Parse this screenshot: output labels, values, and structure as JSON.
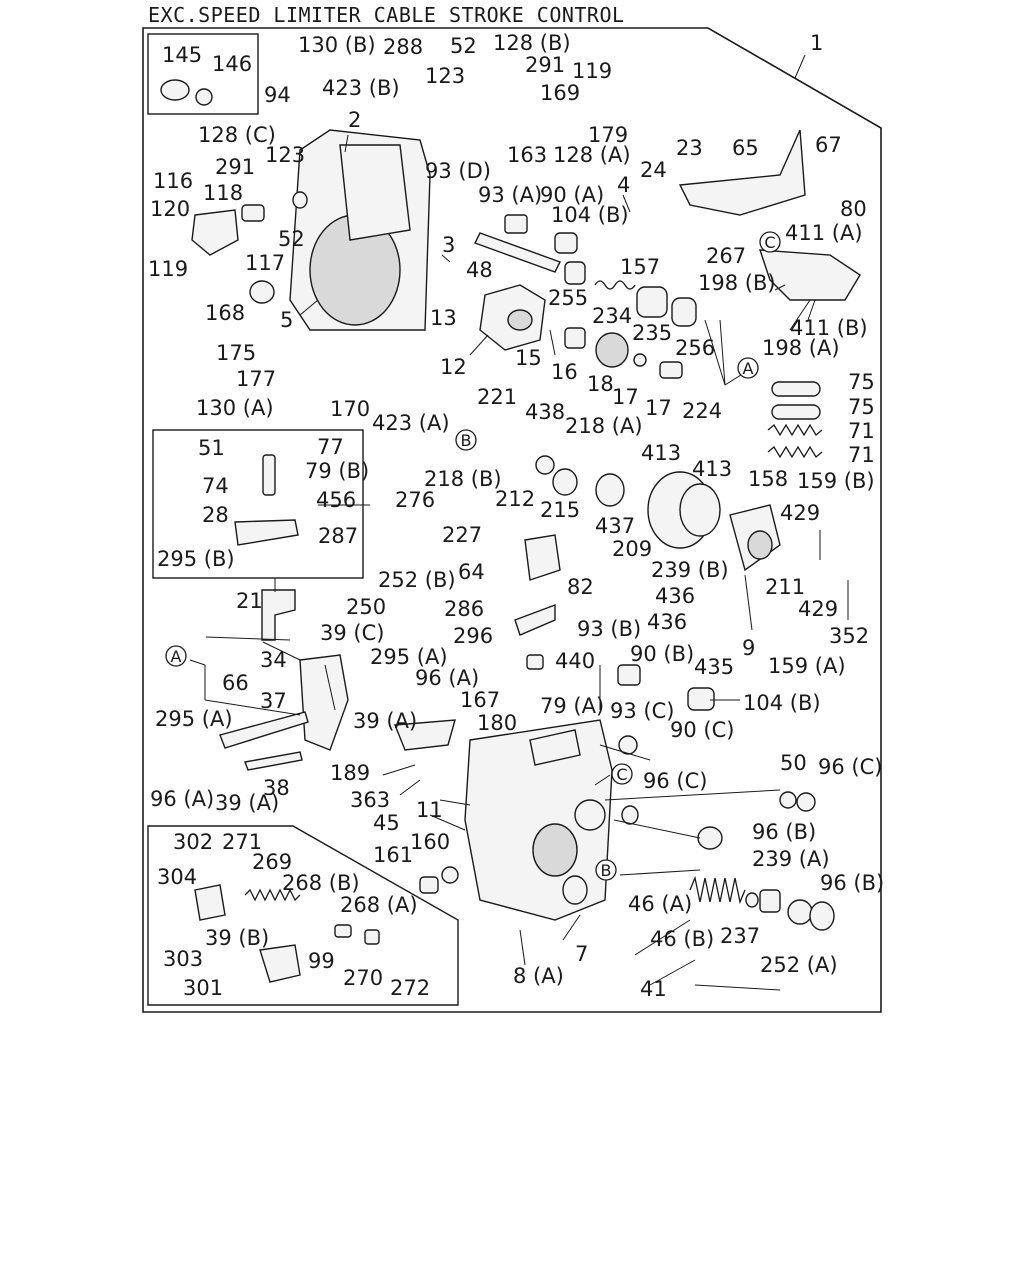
{
  "title": "EXC.SPEED LIMITER CABLE STROKE CONTROL",
  "reference_markers": [
    "A",
    "B",
    "C"
  ],
  "part_labels": [
    "1",
    "2",
    "3",
    "4",
    "5",
    "7",
    "8 (A)",
    "9",
    "11",
    "12",
    "13",
    "15",
    "16",
    "17",
    "18",
    "21",
    "23",
    "24",
    "28",
    "34",
    "37",
    "38",
    "39 (A)",
    "39 (B)",
    "39 (C)",
    "41",
    "45",
    "46 (A)",
    "46 (B)",
    "48",
    "50",
    "51",
    "52",
    "64",
    "65",
    "66",
    "67",
    "71",
    "74",
    "75",
    "77",
    "79 (A)",
    "79 (B)",
    "80",
    "82",
    "90 (A)",
    "90 (B)",
    "90 (C)",
    "93 (A)",
    "93 (B)",
    "93 (C)",
    "93 (D)",
    "94",
    "96 (A)",
    "96 (B)",
    "96 (C)",
    "99",
    "104 (B)",
    "116",
    "117",
    "118",
    "119",
    "120",
    "123",
    "128 (A)",
    "128 (B)",
    "128 (C)",
    "130 (A)",
    "130 (B)",
    "145",
    "146",
    "157",
    "158",
    "159 (A)",
    "159 (B)",
    "160",
    "161",
    "163",
    "167",
    "168",
    "169",
    "170",
    "175",
    "177",
    "179",
    "180",
    "189",
    "198 (A)",
    "198 (B)",
    "209",
    "211",
    "212",
    "215",
    "218 (A)",
    "218 (B)",
    "221",
    "224",
    "227",
    "234",
    "235",
    "237",
    "239 (A)",
    "239 (B)",
    "250",
    "252 (A)",
    "252 (B)",
    "255",
    "256",
    "267",
    "268 (A)",
    "268 (B)",
    "269",
    "270",
    "271",
    "272",
    "276",
    "286",
    "287",
    "288",
    "291",
    "295 (A)",
    "295 (B)",
    "296",
    "301",
    "302",
    "303",
    "304",
    "352",
    "363",
    "411 (A)",
    "411 (B)",
    "413",
    "423 (A)",
    "423 (B)",
    "429",
    "435",
    "436",
    "437",
    "438",
    "440",
    "456"
  ]
}
